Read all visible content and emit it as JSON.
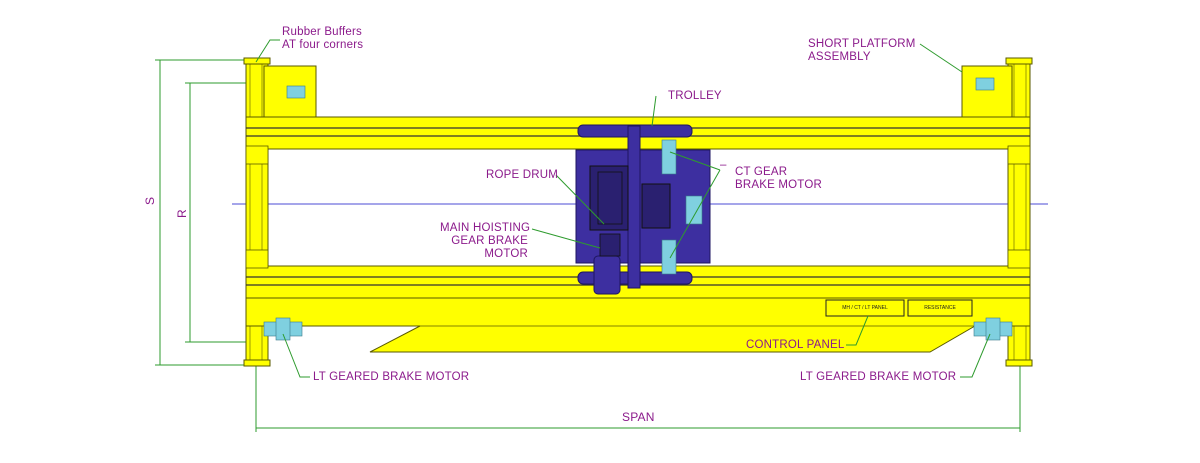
{
  "labels": {
    "rubber_buffers": "Rubber Buffers\nAT four corners",
    "short_platform": "SHORT PLATFORM\nASSEMBLY",
    "trolley": "TROLLEY",
    "rope_drum": "ROPE DRUM",
    "ct_gear": "CT GEAR\nBRAKE MOTOR",
    "main_hoisting": "MAIN HOISTING\nGEAR BRAKE\nMOTOR",
    "control_panel": "CONTROL PANEL",
    "lt_motor_left": "LT GEARED BRAKE MOTOR",
    "lt_motor_right": "LT GEARED BRAKE MOTOR",
    "span": "SPAN",
    "s": "S",
    "r": "R",
    "ct_dash": "–"
  },
  "panel_boxes": {
    "left": "MH / CT / LT PANEL",
    "right": "RESISTANCE"
  },
  "colors": {
    "girder": "#ffff00",
    "girder_stroke": "#5a5a00",
    "trolley": "#3d2fa0",
    "trolley_dark": "#2a2070",
    "leader": "#2e9b2e",
    "label": "#8b1a8b",
    "centerline": "#4b4bd6",
    "motor": "#7fd0e0"
  }
}
